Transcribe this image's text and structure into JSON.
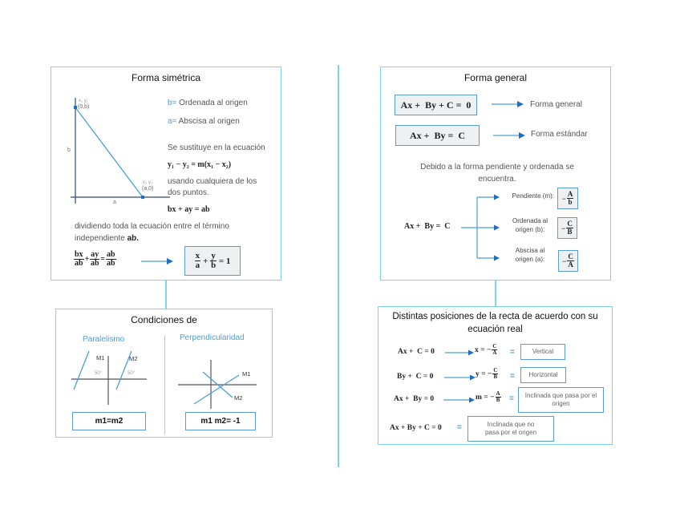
{
  "colors": {
    "panel_border": "#7fd3ee",
    "accent": "#4a9fd8",
    "box_border": "#5b9bd5",
    "box_fill": "#eef0f2"
  },
  "simetrica": {
    "title": "Forma simétrica",
    "point1_label": "(0,b)",
    "point1_sub": "x₁ y₁",
    "point2_label": "(a,0)",
    "point2_sub": "x₂ y₂",
    "axis_b": "b",
    "axis_a": "a",
    "b_prefix": "b=",
    "b_text": " Ordenada al origen",
    "a_prefix": "a=",
    "a_text": " Abscisa al origen",
    "sustituye": "Se sustituye en la ecuación",
    "eq_two_points": "y₁ − y₂ = m(x₁ − x₂)",
    "usando": "usando cualquiera de los dos puntos.",
    "eq_bx_ay": "bx + ay = ab",
    "dividiendo": "dividiendo toda la ecuación entre el término independiente ",
    "dividiendo_bold": "ab.",
    "frac_bx_n": "bx",
    "frac_bx_d": "ab",
    "frac_ay_n": "ay",
    "frac_ay_d": "ab",
    "frac_ab_n": "ab",
    "frac_ab_d": "ab",
    "result_x_n": "x",
    "result_x_d": "a",
    "result_y_n": "y",
    "result_y_d": "b",
    "result_rhs": "= 1"
  },
  "general": {
    "title": "Forma general",
    "eq1": "Ax +  By + C =  0",
    "eq1_label": "Forma general",
    "eq2": "Ax +  By =  C",
    "eq2_label": "Forma estándar",
    "debido": "Debido a la forma pendiente y ordenada se encuentra.",
    "source_eq": "Ax +  By =  C",
    "items": [
      {
        "label": "Pendiente (m):",
        "num": "A",
        "den": "b"
      },
      {
        "label": "Ordenada al origen (b):",
        "num": "C",
        "den": "B"
      },
      {
        "label": "Abscisa al origen (a):",
        "num": "C",
        "den": "A"
      }
    ]
  },
  "condiciones": {
    "title": "Condiciones de",
    "paralelismo": "Paralelismo",
    "perpendicularidad": "Perpendicularidad",
    "m1": "M1",
    "m2": "M2",
    "angle": "50°",
    "rule_parallel": "m1=m2",
    "rule_perp": "m1 m2= -1"
  },
  "posiciones": {
    "title": "Distintas posiciones de la recta de acuerdo con su ecuación real",
    "rows": [
      {
        "eq": "Ax +  C = 0",
        "lhs": "x = −",
        "num": "C",
        "den": "A",
        "result": "Vertical"
      },
      {
        "eq": "By +  C = 0",
        "lhs": "y = −",
        "num": "C",
        "den": "B",
        "result": "Horizontal"
      },
      {
        "eq": "Ax +  By = 0",
        "lhs": "m = −",
        "num": "A",
        "den": "B",
        "result": "Inclinada que pasa por el origen"
      },
      {
        "eq": "Ax + By + C = 0",
        "result": "Inclinada que no pasa por el origen"
      }
    ],
    "equals": "="
  }
}
